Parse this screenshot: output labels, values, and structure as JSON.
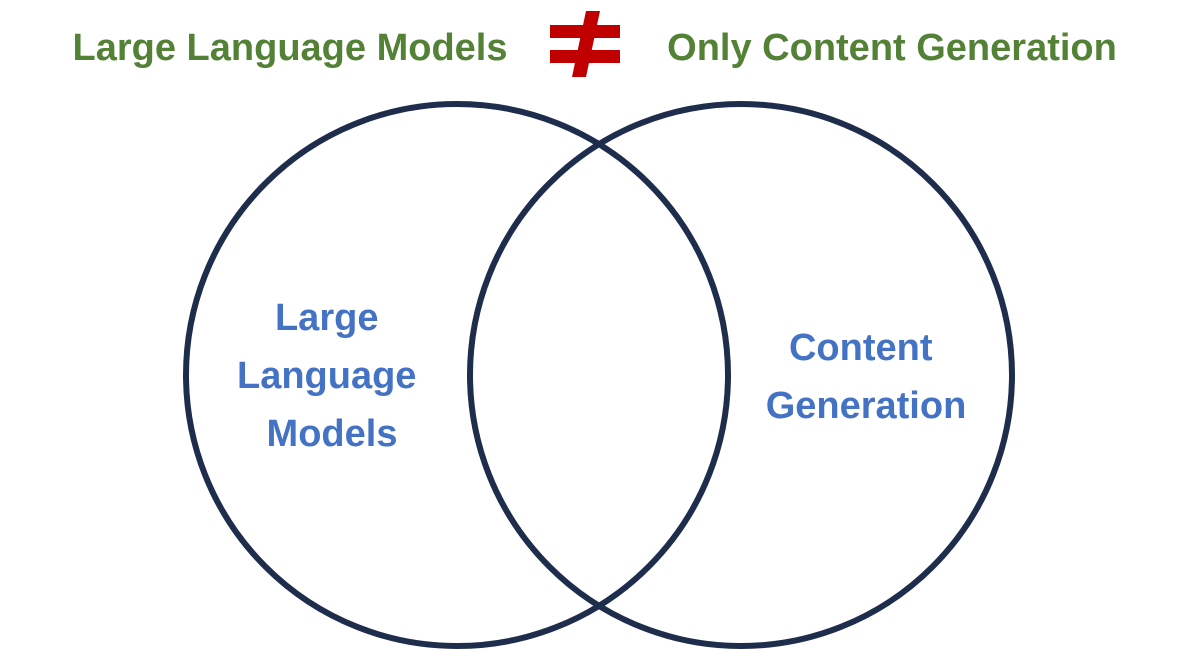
{
  "headline": {
    "left_text": "Large Language Models",
    "right_text": "Only Content Generation",
    "operator_icon": "not-equal-icon"
  },
  "venn": {
    "left_circle": {
      "label_lines": [
        "Large",
        "Language",
        "Models"
      ]
    },
    "right_circle": {
      "label_lines": [
        "Content",
        "Generation"
      ]
    }
  },
  "colors": {
    "headline_text": "#538135",
    "operator": "#c00000",
    "circle_stroke": "#1f2d4d",
    "label_text": "#4472c4"
  }
}
